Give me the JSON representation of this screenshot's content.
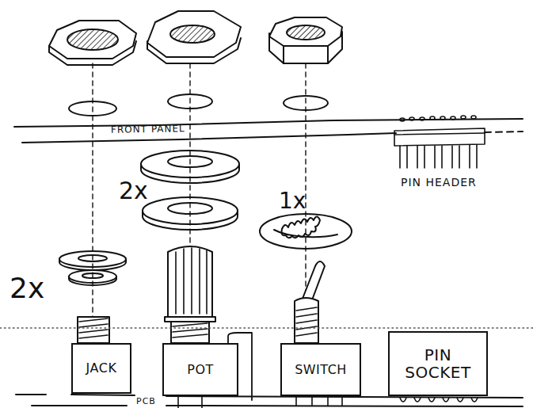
{
  "diagram": {
    "nodes": [
      {
        "text": [
          "JACK"
        ]
      },
      {
        "text": [
          "POT"
        ]
      },
      {
        "text": [
          "SWITCH"
        ]
      },
      {
        "text": [
          "PIN SOCKET"
        ]
      }
    ],
    "labels": [
      "FRONT PANEL",
      "PIN HEADER",
      "2x",
      "1x",
      "2x",
      "PCB"
    ]
  }
}
